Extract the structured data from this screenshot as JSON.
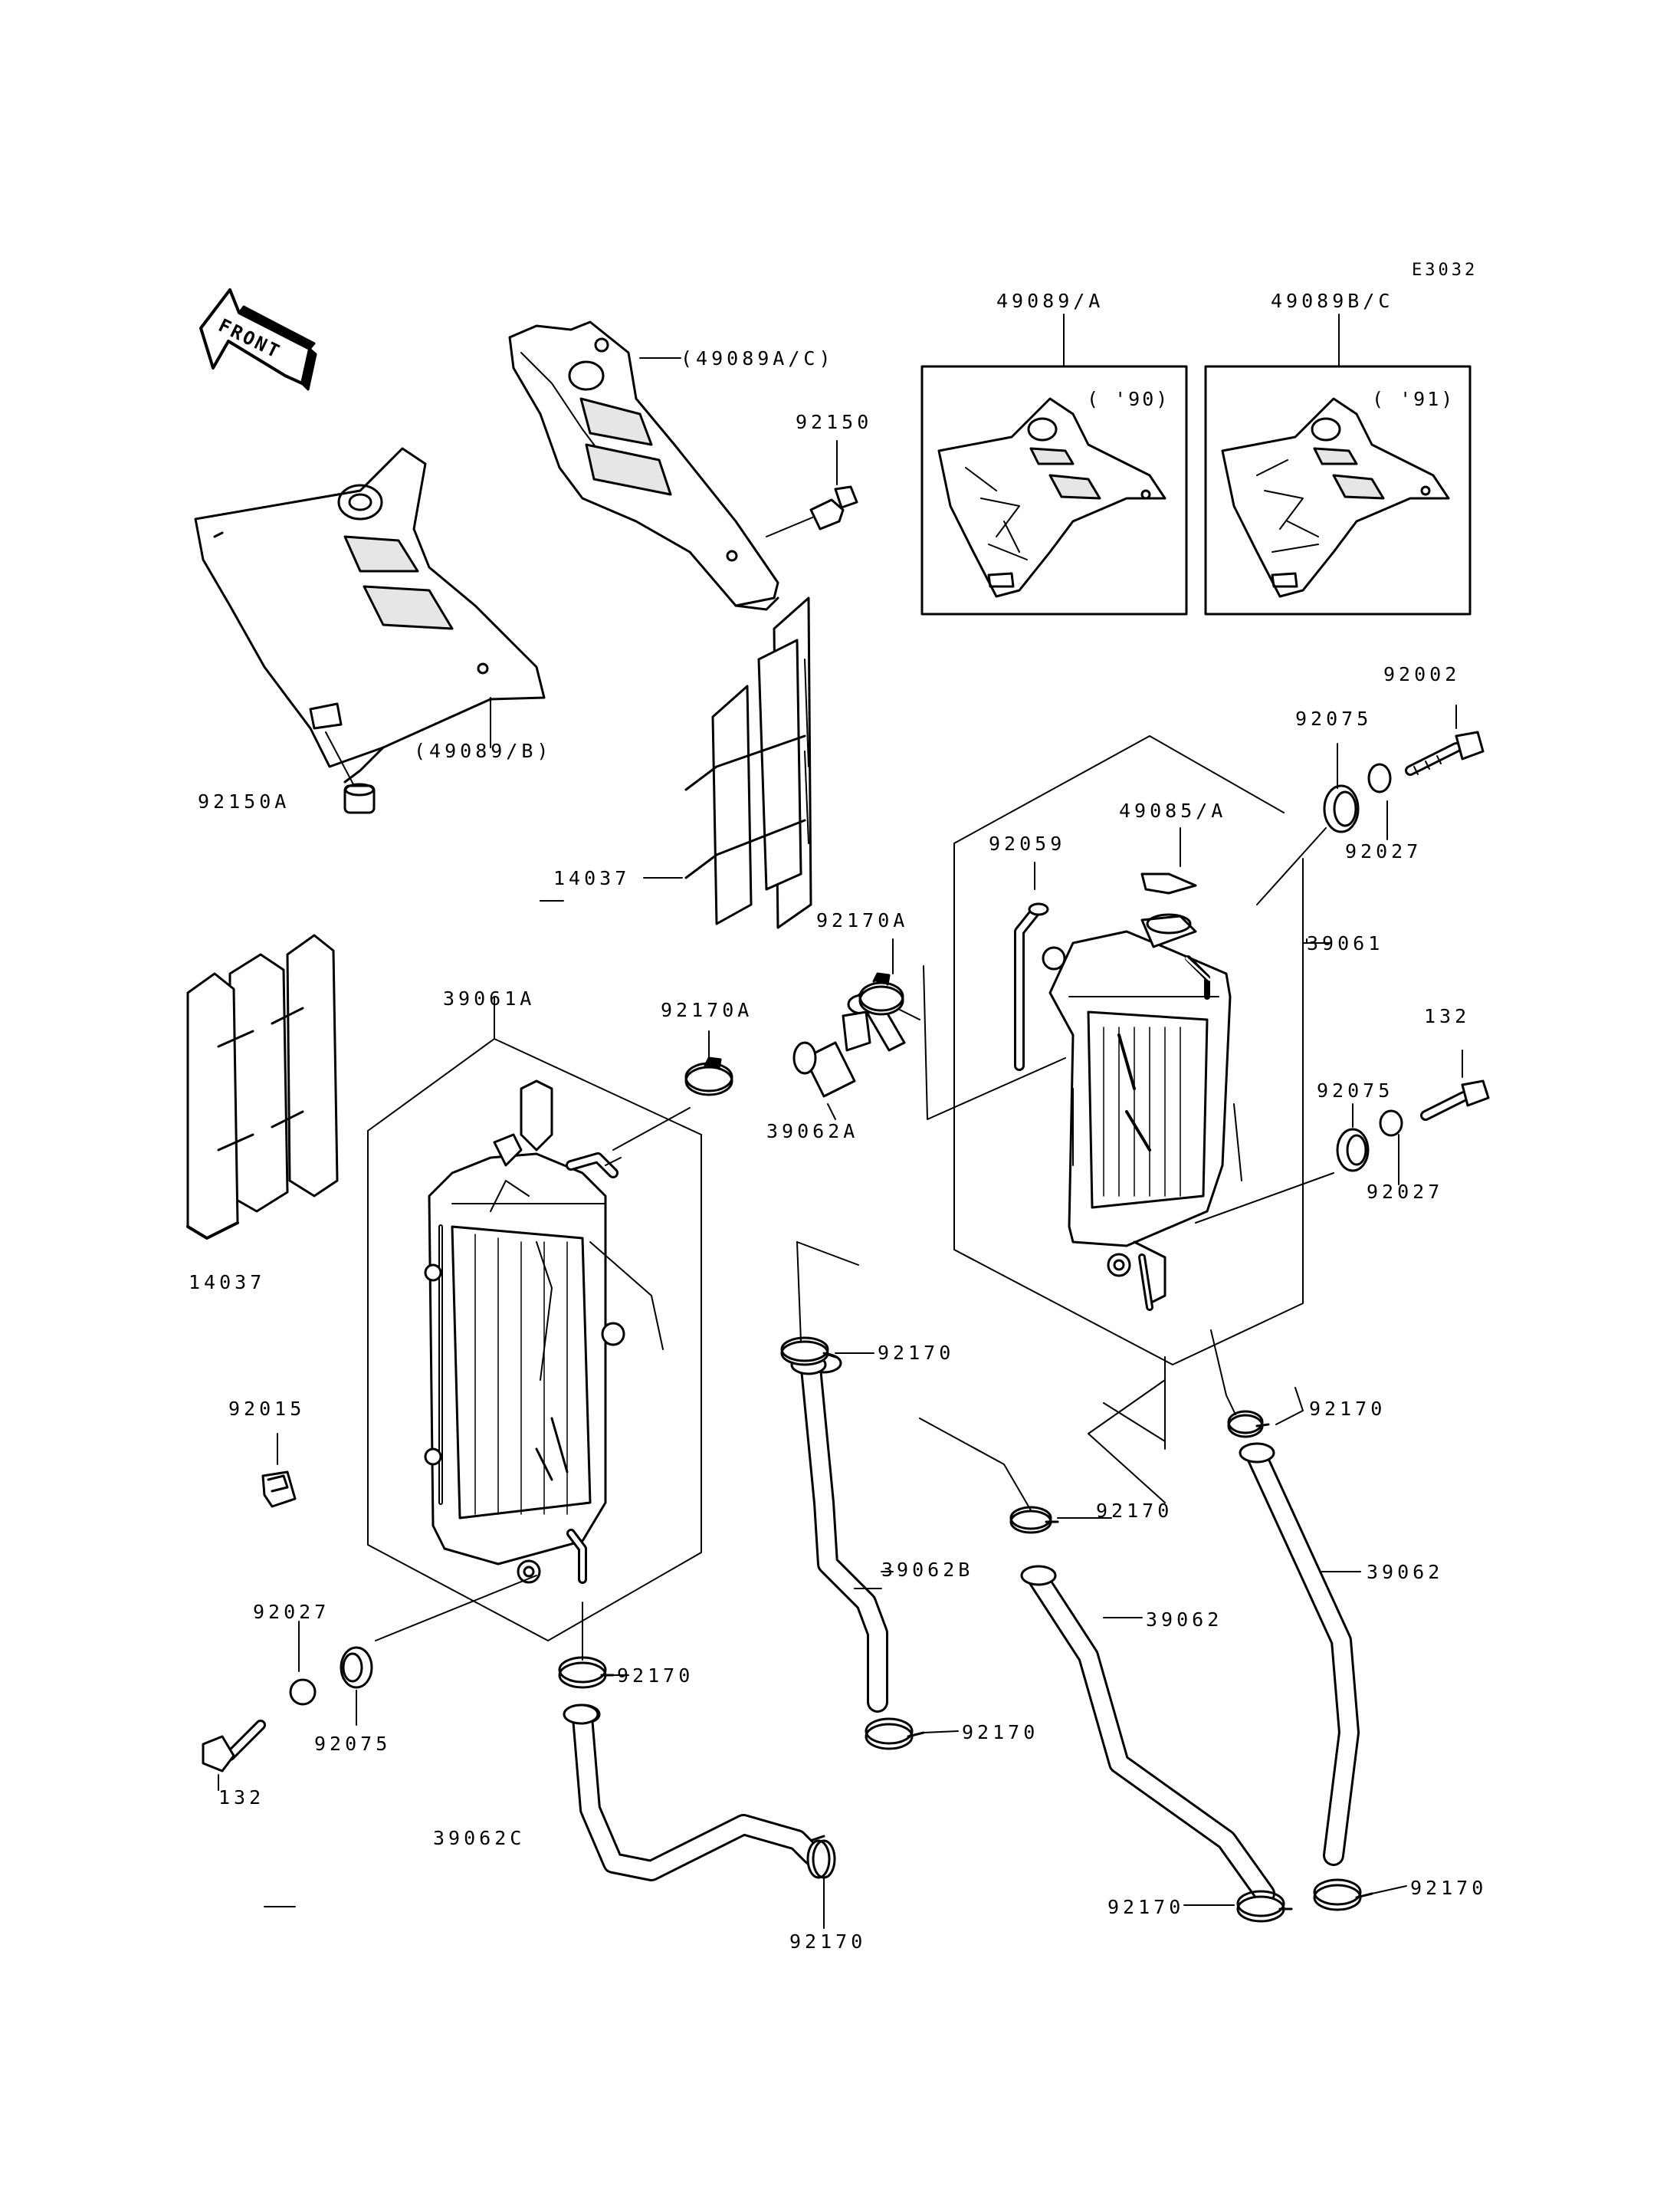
{
  "diagram": {
    "ref_code": "E3032",
    "front_label": "FRONT",
    "parts": {
      "p49089": "49089/A",
      "p49089bc": "49089B/C",
      "p49089ac": "(49089A/C)",
      "p49089b": "(49089/B)",
      "p92150": "92150",
      "p92150a": "92150A",
      "p14037_top": "14037",
      "p14037_left": "14037",
      "p92002": "92002",
      "p92075_top": "92075",
      "p92027_top": "92027",
      "p49085a": "49085/A",
      "p92059": "92059",
      "p39061": "39061",
      "p92170a_top": "92170A",
      "p92170a_mid": "92170A",
      "p39062a": "39062A",
      "p39061a": "39061A",
      "p132_right": "132",
      "p92075_right": "92075",
      "p92027_right": "92027",
      "p92015": "92015",
      "p92170_1": "92170",
      "p92170_2": "92170",
      "p92170_3": "92170",
      "p39062b": "39062B",
      "p39062_mid": "39062",
      "p39062_right": "39062",
      "p92027_left": "92027",
      "p92075_left": "92075",
      "p132_left": "132",
      "p92170_4": "92170",
      "p92170_5": "92170",
      "p39062c": "39062C",
      "p92170_6": "92170",
      "p92170_7": "92170",
      "p92170_8": "92170"
    },
    "inset_years": {
      "left": "( '90)",
      "right": "( '91)"
    }
  }
}
